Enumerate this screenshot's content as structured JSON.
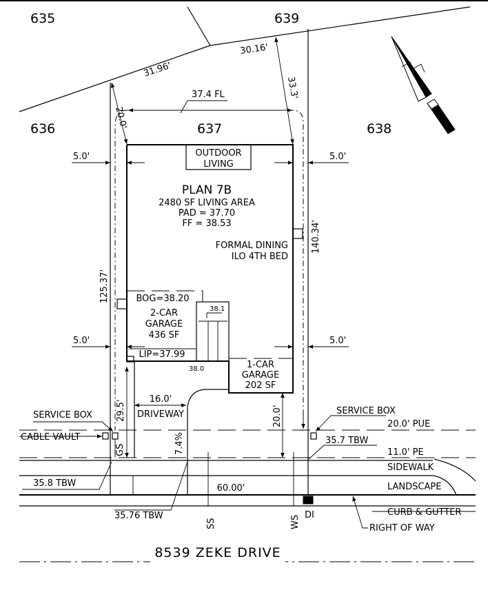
{
  "lots": {
    "l635": "635",
    "l639": "639",
    "l636": "636",
    "l637": "637",
    "l638": "638"
  },
  "dims": {
    "d3196": "31.96'",
    "d3016": "30.16'",
    "d200a": "20.0'",
    "d333": "33.3'",
    "fl": "37.4 FL",
    "setback_left_top": "5.0'",
    "setback_right_top": "5.0'",
    "setback_left_bot": "5.0'",
    "setback_right_bot": "5.0'",
    "d12537": "125.37'",
    "d14034": "140.34'",
    "d295": "29.5'",
    "d160": "16.0'",
    "d200b": "20.0'",
    "d74": "7.4%",
    "d6000": "60.00'"
  },
  "house": {
    "outdoor1": "OUTDOOR",
    "outdoor2": "LIVING",
    "plan": "PLAN 7B",
    "area": "2480 SF LIVING AREA",
    "pad": "PAD = 37.70",
    "ff": "FF = 38.53",
    "dining1": "FORMAL DINING",
    "dining2": "ILO 4TH BED",
    "bog": "BOG=38.20",
    "g2a": "2-CAR",
    "g2b": "GARAGE",
    "g2c": "436 SF",
    "lip": "LIP=37.99",
    "s381": "38.1",
    "s380": "38.0",
    "g1a": "1-CAR",
    "g1b": "GARAGE",
    "g1c": "202 SF"
  },
  "site": {
    "driveway": "DRIVEWAY",
    "service_left": "SERVICE BOX",
    "service_right": "SERVICE BOX",
    "cable": "CABLE VAULT",
    "pue": "20.0' PUE",
    "tbw_right": "35.7 TBW",
    "pe": "11.0' PE",
    "sidewalk": "SIDEWALK",
    "landscape": "LANDSCAPE",
    "curb": "CURB & GUTTER",
    "row": "RIGHT OF WAY",
    "tbw_left": "35.8 TBW",
    "tbw_bottom": "35.76 TBW",
    "gs": "GS",
    "ss": "SS",
    "ws": "WS",
    "di": "DI"
  },
  "street": "8539 ZEKE DRIVE"
}
